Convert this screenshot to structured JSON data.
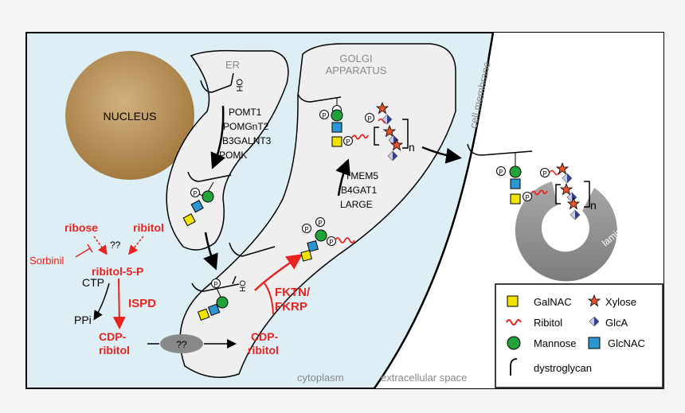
{
  "labels": {
    "nucleus": "NUCLEUS",
    "er": "ER",
    "golgi_line1": "GOLGI",
    "golgi_line2": "APPARATUS",
    "cell_membrane": "cell membrane",
    "cytoplasm": "cytoplasm",
    "extracellular": "extracellular space",
    "laminin": "laminin",
    "oh": "OH",
    "phosphate": "P",
    "repeat_n": "n",
    "unknown_enzyme": "??",
    "unknown_path": "??"
  },
  "enzymes": {
    "er_1": "POMT1",
    "er_2": "POMGnT2",
    "er_3": "B3GALNT3",
    "er_4": "POMK",
    "golgi_1": "TMEM5",
    "golgi_2": "B4GAT1",
    "golgi_3": "LARGE",
    "fktn": "FKTN/",
    "fkrp": "FKRP",
    "ispd": "ISPD"
  },
  "metabolites": {
    "ribose": "ribose",
    "ribitol": "ribitol",
    "sorbinil": "Sorbinil",
    "ribitol5p": "ribitol-5-P",
    "ctp": "CTP",
    "ppi": "PPi",
    "cdp1_line1": "CDP-",
    "cdp1_line2": "ribitol",
    "cdp2_line1": "CDP-",
    "cdp2_line2": "ribitol"
  },
  "legend": {
    "galnac": "GalNAC",
    "xylose": "Xylose",
    "ribitol": "Ribitol",
    "glca": "GlcA",
    "mannose": "Mannose",
    "glcnac": "GlcNAC",
    "dystroglycan": "dystroglycan"
  },
  "colors": {
    "cell_bg": "#ddeef5",
    "organelle": "#efefef",
    "nucleus": "#b98e55",
    "red": "#e8231f",
    "galnac": "#f2e200",
    "mannose": "#22a33a",
    "glcnac": "#2c96d3",
    "xylose": "#e8542a",
    "glca": "#2f3f95",
    "laminin": "#909090"
  }
}
